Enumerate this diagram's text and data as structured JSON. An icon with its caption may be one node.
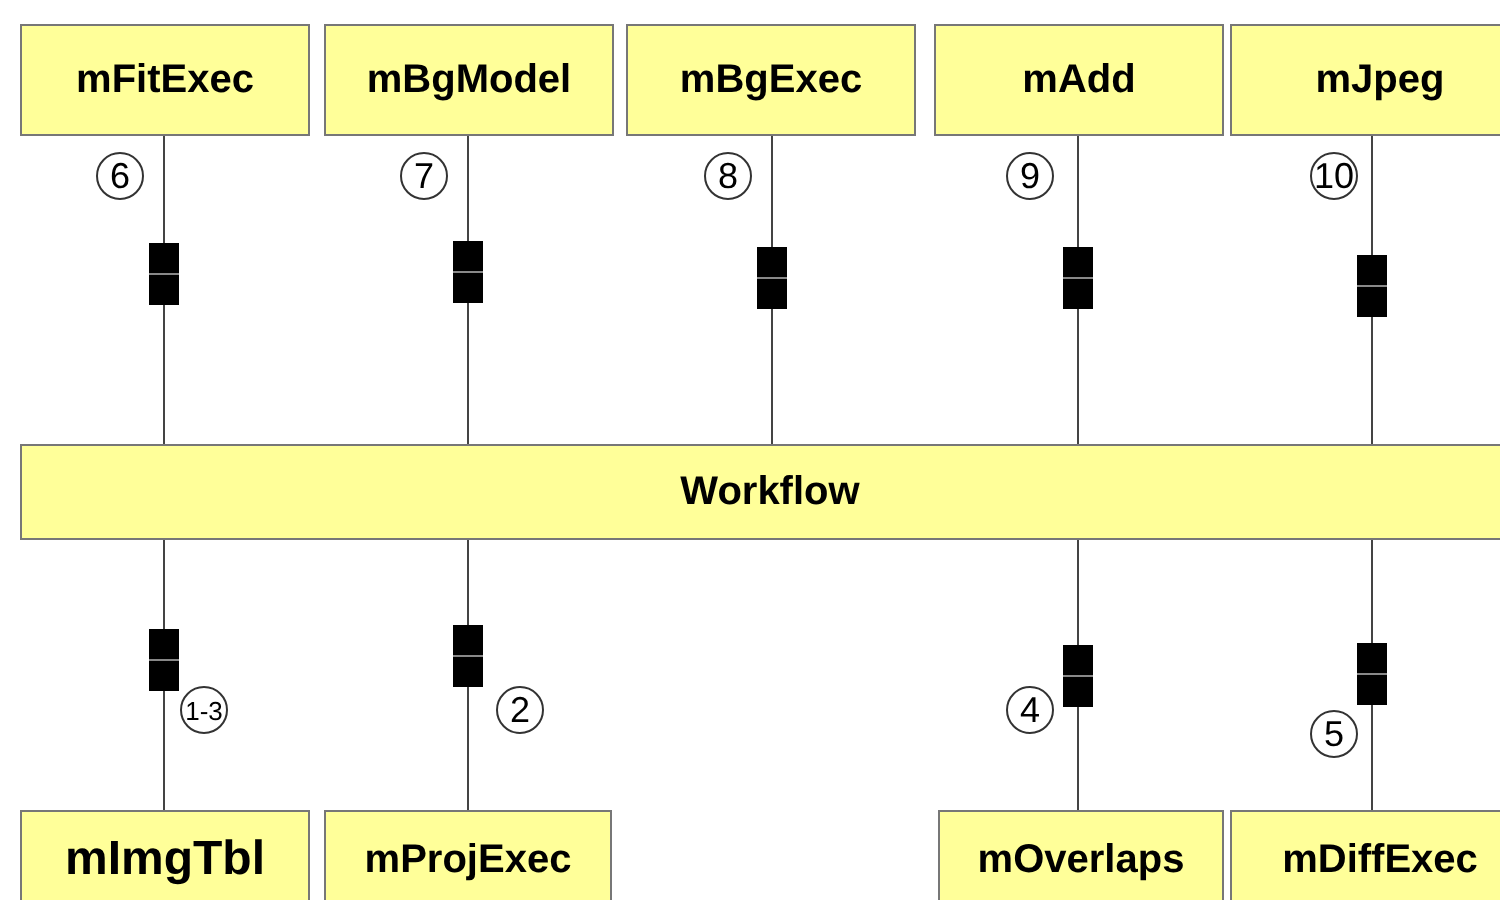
{
  "diagram": {
    "nodes": [
      {
        "text": [
          "mFitExec"
        ]
      },
      {
        "text": [
          "mBgModel"
        ]
      },
      {
        "text": [
          "mBgExec"
        ]
      },
      {
        "text": [
          "mAdd"
        ]
      },
      {
        "text": [
          "mJpeg"
        ]
      },
      {
        "text": [
          "Workflow"
        ]
      },
      {
        "text": [
          "mImgTbl"
        ]
      },
      {
        "text": [
          "mProjExec"
        ]
      },
      {
        "text": [
          "mOverlaps"
        ]
      },
      {
        "text": [
          "mDiffExec"
        ]
      }
    ],
    "edges": [
      {
        "from": 0,
        "to": 5,
        "arrow": "none"
      },
      {
        "from": 1,
        "to": 5,
        "arrow": "none"
      },
      {
        "from": 2,
        "to": 5,
        "arrow": "none"
      },
      {
        "from": 3,
        "to": 5,
        "arrow": "none"
      },
      {
        "from": 4,
        "to": 5,
        "arrow": "none"
      },
      {
        "from": 5,
        "to": 6,
        "arrow": "none"
      },
      {
        "from": 5,
        "to": 7,
        "arrow": "none"
      },
      {
        "from": 5,
        "to": 8,
        "arrow": "none"
      },
      {
        "from": 5,
        "to": 9,
        "arrow": "none"
      }
    ],
    "labels": [
      "6",
      "7",
      "8",
      "9",
      "10",
      "1-3",
      "2",
      "4",
      "5"
    ]
  }
}
